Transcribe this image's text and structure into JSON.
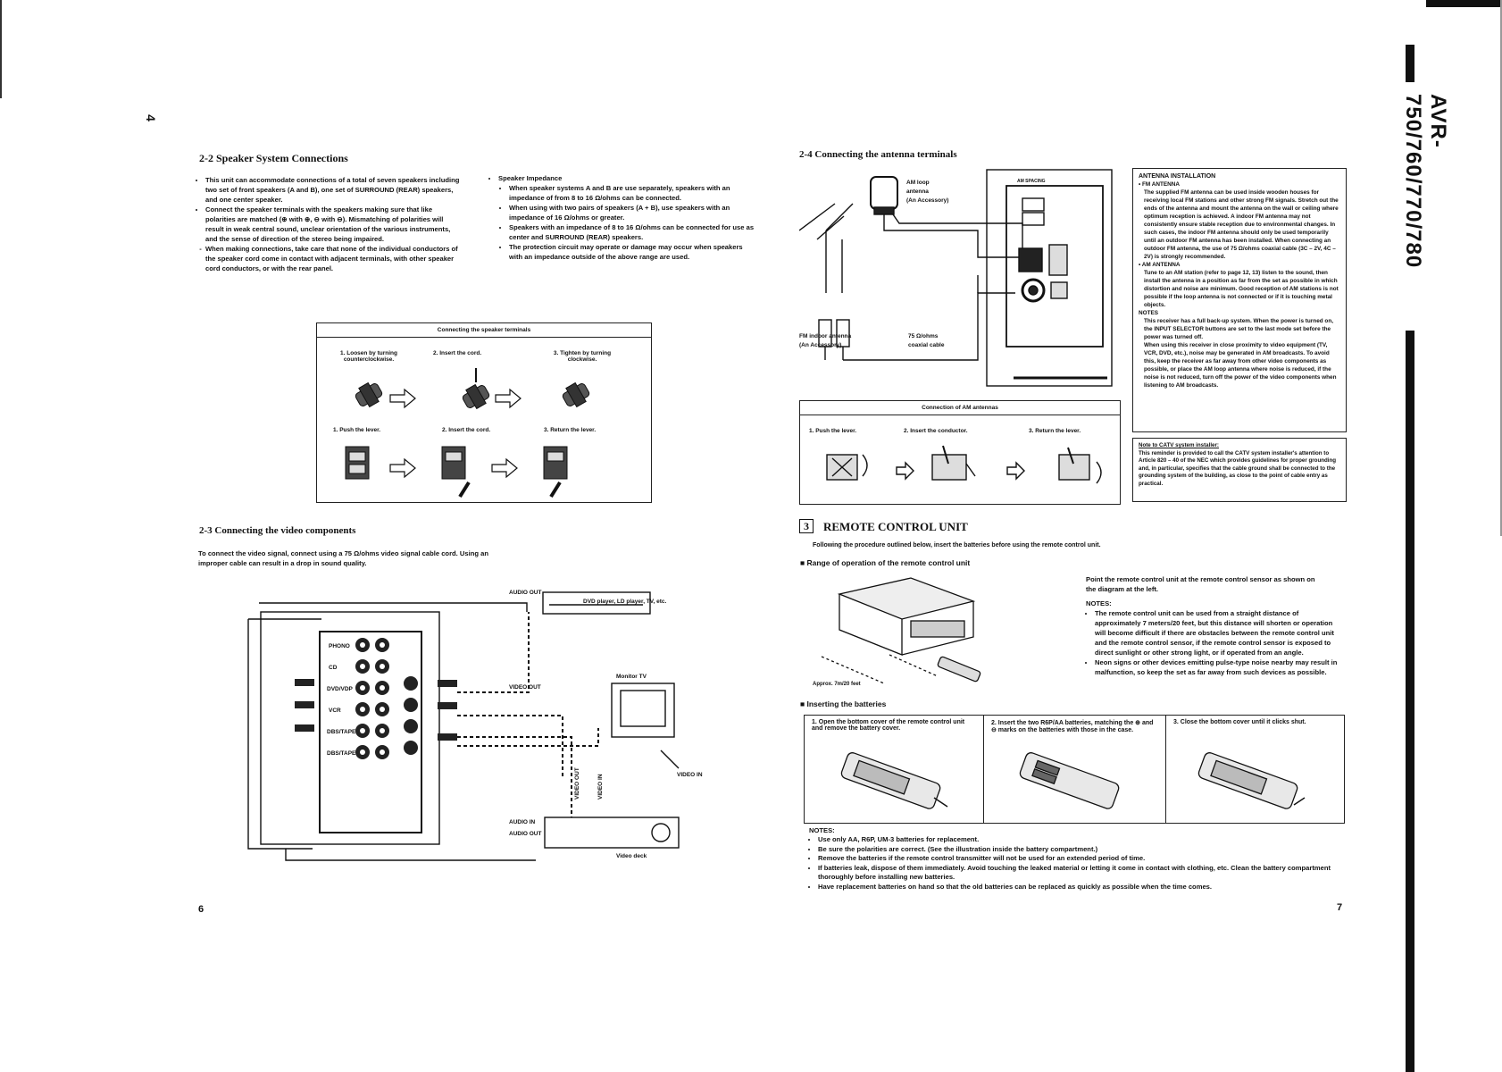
{
  "page_marker": "4",
  "model_label": "AVR-750/760/770/780",
  "left": {
    "section_2_2": {
      "title": "2-2   Speaker System Connections",
      "col1": [
        "This unit can accommodate connections of a total of seven speakers including two set of front speakers (A and B), one set of SURROUND (REAR) speakers, and one center speaker.",
        "Connect the speaker terminals with the speakers making sure that like polarities are matched (⊕ with ⊕, ⊖ with ⊖). Mismatching of polarities will result in weak central sound, unclear orientation of the various instruments, and the sense of direction of the stereo being impaired.",
        "When making connections, take care that none of the individual conductors of the speaker cord come in contact with adjacent terminals, with other speaker cord conductors, or with the rear panel."
      ],
      "impedance_title": "Speaker Impedance",
      "col2": [
        "When speaker systems A and B are use separately, speakers with an impedance of from 8 to 16 Ω/ohms can be connected.",
        "When using with two pairs of speakers (A + B), use speakers with an impedance of 16 Ω/ohms or greater.",
        "Speakers with an impedance of 8 to 16 Ω/ohms can be connected for use as center and SURROUND (REAR) speakers.",
        "The protection circuit may operate or damage may occur when speakers with an impedance outside of the above range are used."
      ]
    },
    "speaker_box": {
      "title": "Connecting the speaker terminals",
      "row1": [
        "1. Loosen by turning counterclockwise.",
        "2. Insert the cord.",
        "3. Tighten by turning clockwise."
      ],
      "row2": [
        "1. Push the lever.",
        "2. Insert the cord.",
        "3. Return the lever."
      ]
    },
    "section_2_3": {
      "title": "2-3   Connecting the video components",
      "text": "To connect the video signal, connect using a 75 Ω/ohms video signal cable cord. Using an improper cable can result in a drop in sound quality."
    },
    "video_diagram": {
      "audio_out_top": "AUDIO OUT",
      "dvd": "DVD player, LD player, TV, etc.",
      "video_out": "VIDEO OUT",
      "monitor": "Monitor TV",
      "video_in": "VIDEO IN",
      "video_out_v": "VIDEO OUT",
      "video_in_v": "VIDEO IN",
      "audio_in": "AUDIO IN",
      "audio_out_bottom": "AUDIO OUT",
      "deck": "Video deck",
      "rows": [
        "PHONO",
        "CD",
        "DVD/VDP",
        "VCR",
        "DBS/TAPE",
        "DBS/TAPE"
      ]
    },
    "page_number": "6"
  },
  "right": {
    "section_2_4": {
      "title": "2-4   Connecting the antenna terminals"
    },
    "antenna_diagram": {
      "am_loop": [
        "AM loop",
        "antenna",
        "(An Accessory)"
      ],
      "fm_indoor": [
        "FM indoor antenna",
        "(An Accessory)"
      ],
      "coax": [
        "75 Ω/ohms",
        "coaxial cable"
      ],
      "am_label": "AM SPACING"
    },
    "am_box": {
      "title": "Connection of AM antennas",
      "steps": [
        "1. Push the lever.",
        "2. Insert the conductor.",
        "3. Return the lever."
      ]
    },
    "antenna_install": {
      "title": "ANTENNA INSTALLATION",
      "fm_title": "• FM ANTENNA",
      "fm_text": "The supplied FM antenna can be used inside wooden houses for receiving local FM stations and other strong FM signals. Stretch out the ends of the antenna and mount the antenna on the wall or ceiling where optimum reception is achieved. A indoor FM antenna may not consistently ensure stable reception due to environmental changes. In such cases, the indoor FM antenna should only be used temporarily until an outdoor FM antenna has been installed. When connecting an outdoor FM antenna, the use of 75 Ω/ohms coaxial cable (3C – 2V, 4C – 2V) is strongly recommended.",
      "am_title": "• AM ANTENNA",
      "am_text": "Tune to an AM station (refer to page 12, 13) listen to the sound, then install the antenna in a position as far from the set as possible in which distortion and noise are minimum. Good reception of AM stations is not possible if the loop antenna is not connected or if it is touching metal objects.",
      "notes_title": "NOTES",
      "notes": [
        "This receiver has a full back-up system. When the power is turned on, the INPUT SELECTOR buttons are set to the last mode set before the power was turned off.",
        "When using this receiver in close proximity to video equipment (TV, VCR, DVD, etc.), noise may be generated in AM broadcasts. To avoid this, keep the receiver as far away from other video components as possible, or place the AM loop antenna where noise is reduced, if the noise is not reduced, turn off the power of the video components when listening to AM broadcasts."
      ]
    },
    "catv": {
      "title": "Note to CATV system installer:",
      "text": "This reminder is provided to call the CATV system installer's attention to Article 820 – 40 of the NEC which provides guidelines for proper grounding and, in particular, specifies that the cable ground shall be connected to the grounding system of the building, as close to the point of cable entry as practical."
    },
    "section_3": {
      "num": "3",
      "title": "REMOTE CONTROL UNIT",
      "intro": "Following the procedure outlined below, insert the batteries before using the remote control unit.",
      "range_title": "■ Range of operation of the remote control unit",
      "approx": "Approx. 7m/20 feet",
      "point_text": "Point the remote control unit at the remote control sensor as shown on the diagram at the left.",
      "notes_title": "NOTES:",
      "notes": [
        "The remote control unit can be used from a straight distance of approximately 7 meters/20 feet, but this distance will shorten or operation will become difficult if there are obstacles between the remote control unit and the remote control sensor, if the remote control sensor is exposed to direct sunlight or other strong light, or if operated from an angle.",
        "Neon signs or other devices emitting pulse-type noise nearby may result in malfunction, so keep the set as far away from such devices as possible."
      ],
      "batteries_title": "■ Inserting the batteries",
      "battery_steps": [
        "1. Open the bottom cover of the remote control unit and remove the battery cover.",
        "2. Insert the two R6P/AA batteries, matching the ⊕ and ⊖ marks on the batteries with those in the case.",
        "3. Close the bottom cover until it clicks shut."
      ],
      "bottom_notes_title": "NOTES:",
      "bottom_notes": [
        "Use only AA, R6P, UM-3 batteries for replacement.",
        "Be sure the polarities are correct. (See the illustration inside the battery compartment.)",
        "Remove the batteries if the remote control transmitter will not be used for an extended period of time.",
        "If batteries leak, dispose of them immediately. Avoid touching the leaked material or letting it come in contact with clothing, etc. Clean the battery compartment thoroughly before installing new batteries.",
        "Have replacement batteries on hand so that the old batteries can be replaced as quickly as possible when the time comes."
      ]
    },
    "page_number": "7"
  }
}
